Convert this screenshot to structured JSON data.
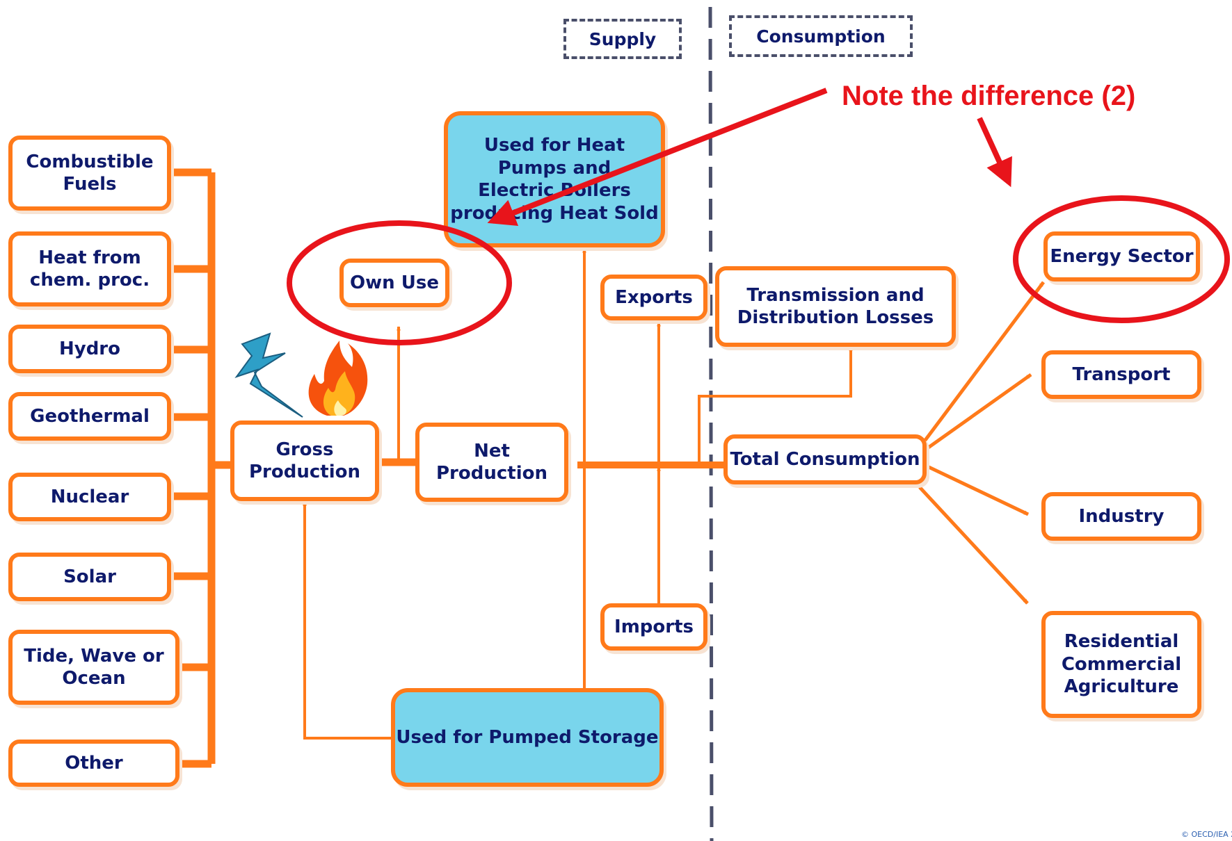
{
  "headers": {
    "supply": "Supply",
    "consumption": "Consumption"
  },
  "note": "Note the difference (2)",
  "sources": [
    "Combustible\nFuels",
    "Heat from\nchem. proc.",
    "Hydro",
    "Geothermal",
    "Nuclear",
    "Solar",
    "Tide, Wave or\nOcean",
    "Other"
  ],
  "nodes": {
    "gross_production": "Gross\nProduction",
    "net_production": "Net\nProduction",
    "own_use": "Own Use",
    "heat_pumps": "Used for Heat\nPumps and\nElectric Boilers\nproducing Heat Sold",
    "pumped_storage": "Used for Pumped Storage",
    "exports": "Exports",
    "imports": "Imports",
    "td_losses": "Transmission and\nDistribution Losses",
    "total_consumption": "Total Consumption"
  },
  "sectors": [
    "Energy Sector",
    "Transport",
    "Industry",
    "Residential\nCommercial\nAgriculture"
  ],
  "copyright": "© OECD/IEA 201",
  "icons": [
    "lightning-icon",
    "flame-icon"
  ],
  "colors": {
    "box_border": "#FF7A1A",
    "box_fill_blue": "#79D5EC",
    "text": "#0E1A6B",
    "highlight": "#E8141B",
    "divider": "#4A4F6A"
  }
}
